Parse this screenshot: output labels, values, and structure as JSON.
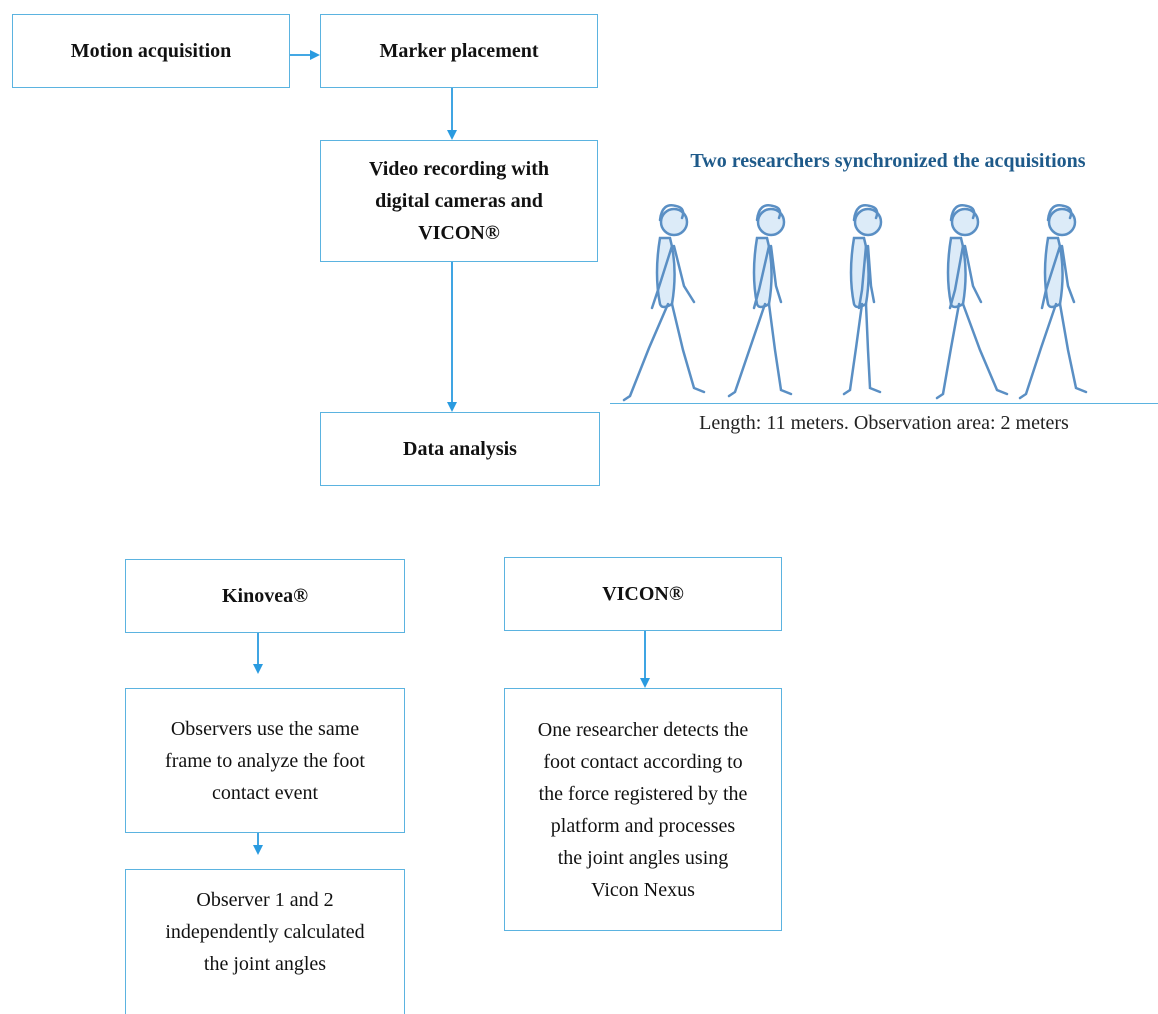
{
  "flow": {
    "motion_acquisition": "Motion acquisition",
    "marker_placement": "Marker placement",
    "video_recording": "Video recording with\ndigital cameras and\nVICON®",
    "data_analysis": "Data analysis"
  },
  "panel": {
    "title": "Two researchers synchronized the acquisitions",
    "caption": "Length: 11 meters. Observation area: 2 meters",
    "figure_count": 5
  },
  "kinovea": {
    "title": "Kinovea®",
    "step1": "Observers use the same\nframe to analyze the foot\ncontact event",
    "step2": "Observer 1 and 2\nindependently calculated\nthe joint angles"
  },
  "vicon": {
    "title": "VICON®",
    "step1": "One researcher detects the\nfoot contact according to\nthe force registered by the\nplatform and processes\nthe joint angles using\nVicon Nexus"
  },
  "colors": {
    "box_border": "#5bb3e0",
    "arrow": "#2a9be0",
    "title_text": "#1e5a8a",
    "figure_stroke": "#5a8fc4",
    "figure_fill": "#dcebf8"
  }
}
